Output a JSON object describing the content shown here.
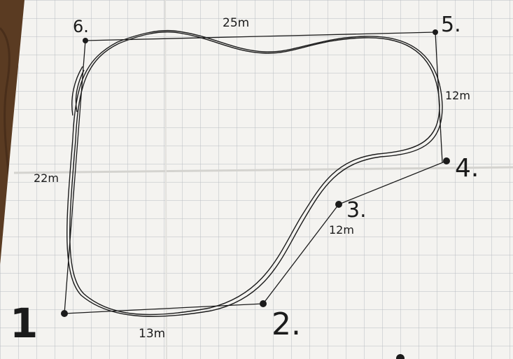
{
  "points": [
    {
      "name": "1",
      "label": "1"
    },
    {
      "name": "2",
      "label": "2."
    },
    {
      "name": "3",
      "label": "3."
    },
    {
      "name": "4",
      "label": "4."
    },
    {
      "name": "5",
      "label": "5."
    },
    {
      "name": "6",
      "label": "6."
    }
  ],
  "distances": {
    "top": "25m",
    "right": "12m",
    "left": "22m",
    "bottom": "13m",
    "diagonal": "12m"
  },
  "colors": {
    "paper": "#f4f3f0",
    "grid": "#b9bcc2",
    "ink": "#1b1b1b",
    "table": "#5a3b22"
  }
}
